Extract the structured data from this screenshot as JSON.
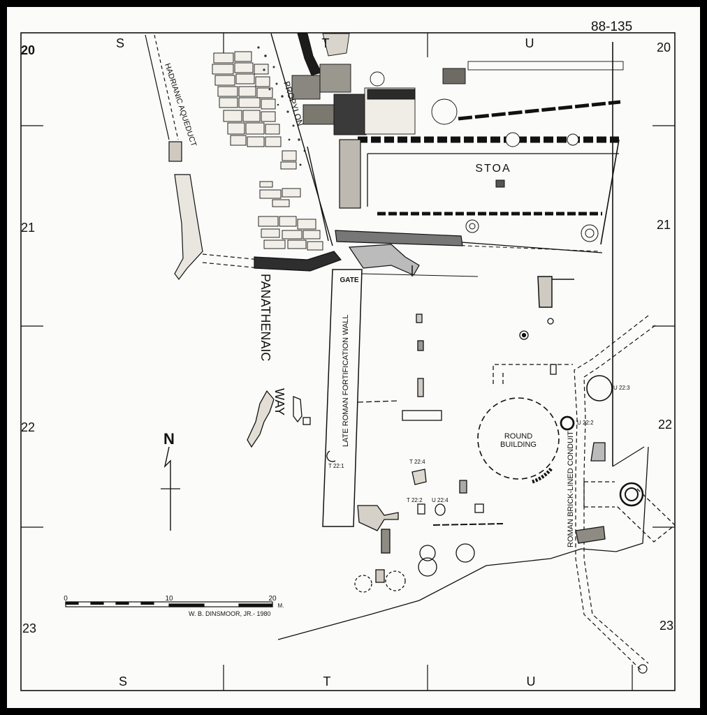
{
  "sheet": {
    "catalog_number": "88-135",
    "credit": "W. B. DINSMOOR, JR.- 1980"
  },
  "grid": {
    "top_letters": [
      "S",
      "T",
      "U"
    ],
    "bottom_letters": [
      "S",
      "T",
      "U"
    ],
    "left_numbers": [
      "20",
      "21",
      "22",
      "23"
    ],
    "right_numbers": [
      "20",
      "21",
      "22",
      "23"
    ]
  },
  "labels": {
    "hadrianic_aqueduct": "HADRIANIC AQUEDUCT",
    "propylon": "PROPYLON",
    "stoa": "STOA",
    "panathenaic": "PANATHENAIC",
    "way": "WAY",
    "gate": "GATE",
    "fortification_wall": "LATE ROMAN FORTIFICATION WALL",
    "round_building_1": "ROUND",
    "round_building_2": "BUILDING",
    "conduit": "ROMAN BRICK-LINED CONDUIT"
  },
  "deposits": [
    "U 22:3",
    "U 22:2",
    "T 22:1",
    "T 22:4",
    "T 22:2",
    "U 22:4"
  ],
  "north_arrow": "N",
  "scale_bar": {
    "ticks": [
      "0",
      "10",
      "20"
    ],
    "unit": "M.",
    "max_m": 20
  }
}
